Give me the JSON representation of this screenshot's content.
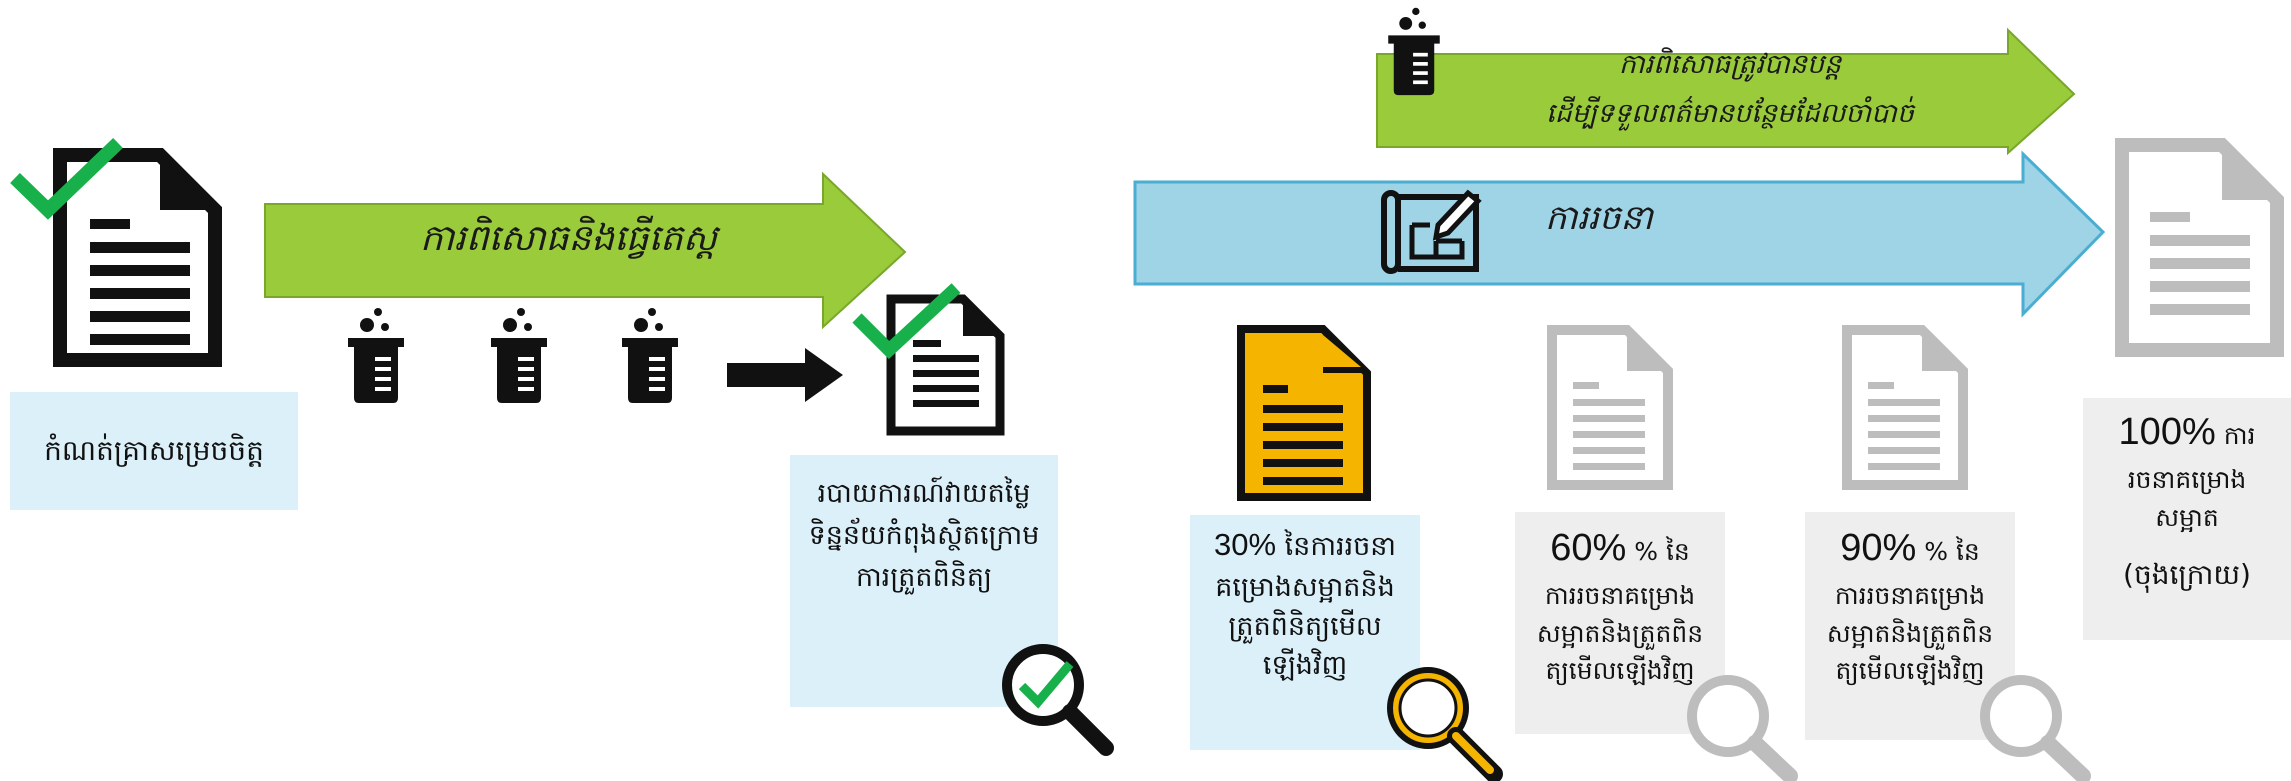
{
  "arrows": {
    "test_arrow_label": "ការពិសោធនិងធ្វើតេស្ត",
    "retest_arrow_line1": "ការពិសោធត្រូវបានបន្ត",
    "retest_arrow_line2": "ដើម្បីទទួលពត៌មានបន្ថែមដែលចាំបាច់",
    "design_arrow_label": "ការរចនា"
  },
  "boxes": {
    "decision": "កំណត់គ្រាសម្រេចចិត្ត",
    "report_lines": [
      "របាយការណ៍វាយតម្លៃ",
      "ទិន្នន័យកំពុងស្ថិតក្រោម",
      "ការត្រួតពិនិត្យ"
    ],
    "d30": {
      "pct": "30%",
      "lines": [
        "នៃការរចនា",
        "គម្រោងសម្អាតនិង",
        "ត្រួតពិនិត្យមើល",
        "ឡើងវិញ"
      ]
    },
    "d60": {
      "pct": "60%",
      "lines": [
        "% នៃ",
        "ការរចនាគម្រោង",
        "សម្អាតនិងត្រួតពិន",
        "ត្យមើលឡើងវិញ"
      ]
    },
    "d90": {
      "pct": "90%",
      "lines": [
        "% នៃ",
        "ការរចនាគម្រោង",
        "សម្អាតនិងត្រួតពិន",
        "ត្យមើលឡើងវិញ"
      ]
    },
    "d100": {
      "pct": "100%",
      "lines": [
        "ការ",
        "រចនាគម្រោង",
        "សម្អាត",
        "(ចុងក្រោយ)"
      ]
    }
  },
  "colors": {
    "green": "#9acb3b",
    "green_border": "#79a72a",
    "blue_arrow": "#9fd3e6",
    "blue_arrow_border": "#4aaed2",
    "check": "#18b04a",
    "orange": "#f4b400",
    "grey_icon": "#bdbdbd"
  }
}
